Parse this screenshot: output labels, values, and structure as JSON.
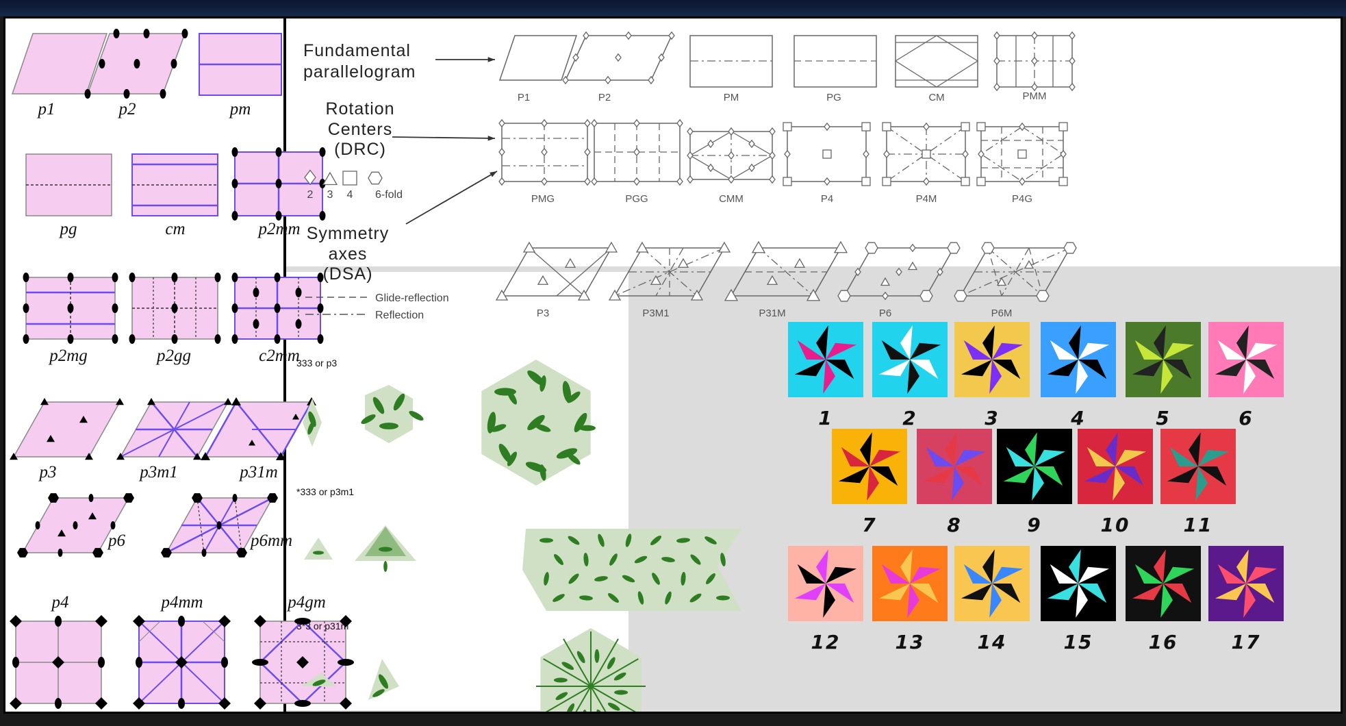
{
  "left_panel": {
    "labels": [
      "p1",
      "p2",
      "pm",
      "pg",
      "cm",
      "p2mm",
      "p2mg",
      "p2gg",
      "c2mm",
      "p3",
      "p3m1",
      "p31m",
      "p6",
      "p6mm",
      "p4",
      "p4mm",
      "p4gm"
    ]
  },
  "chart_panel": {
    "legend_fundamental": [
      "Fundamental",
      "parallelogram"
    ],
    "legend_rotation": [
      "Rotation",
      "Centers",
      "(DRC)"
    ],
    "fold_labels": [
      "2",
      "3",
      "4",
      "6-fold"
    ],
    "legend_symmetry": [
      "Symmetry",
      "axes",
      "(DSA)"
    ],
    "glide_label": "Glide-reflection",
    "reflection_label": "Reflection",
    "row1": [
      "P1",
      "P2",
      "PM",
      "PG",
      "CM",
      "PMM"
    ],
    "row2": [
      "PMG",
      "PGG",
      "CMM",
      "P4",
      "P4M",
      "P4G"
    ],
    "row3": [
      "P3",
      "P3M1",
      "P31M",
      "P6",
      "P6M"
    ]
  },
  "motif_panel": {
    "labels": [
      "333 or p3",
      "*333 or p3m1",
      "3*3 or p31m"
    ]
  },
  "swatch_panel": {
    "numbers": [
      "1",
      "2",
      "3",
      "4",
      "5",
      "6",
      "7",
      "8",
      "9",
      "10",
      "11",
      "12",
      "13",
      "14",
      "15",
      "16",
      "17"
    ]
  },
  "colors": {
    "pink": "#f6cdf0",
    "blue": "#6a4cf0",
    "green": "#cfe0c4",
    "darkgreen": "#2f7d22",
    "panelgray": "#dcdcdc"
  }
}
